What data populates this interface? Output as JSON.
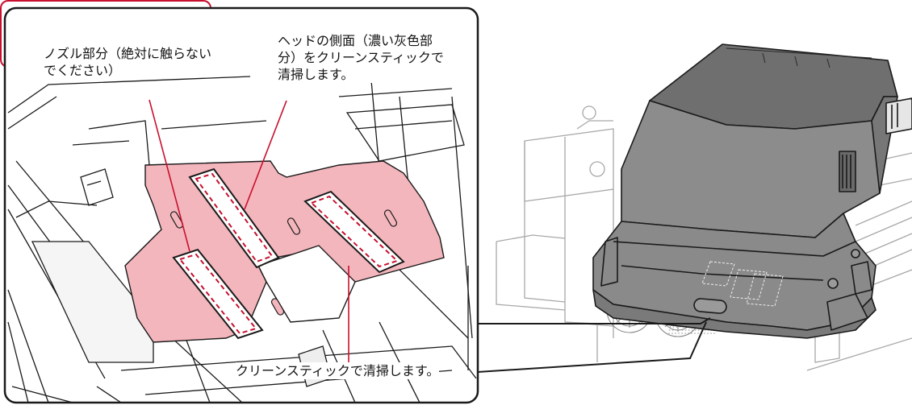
{
  "colors": {
    "outline": "#1a1a1a",
    "nozzle_red": "#c8102e",
    "head_area_fill": "#f4b6bd",
    "head_cover": "#7f7f7f",
    "head_cover_dark": "#5a5a5a",
    "machine_line": "#9a9a9a"
  },
  "callouts": {
    "nozzle": {
      "line1": "ノズル部分（絶対に触らない",
      "line2": "でください）"
    },
    "head_side": {
      "line1": "ヘッドの側面（濃い灰色部",
      "line2": "分）をクリーンスティックで",
      "line3": "清掃します。"
    },
    "clean_stick": "クリーンスティックで清掃します。"
  }
}
